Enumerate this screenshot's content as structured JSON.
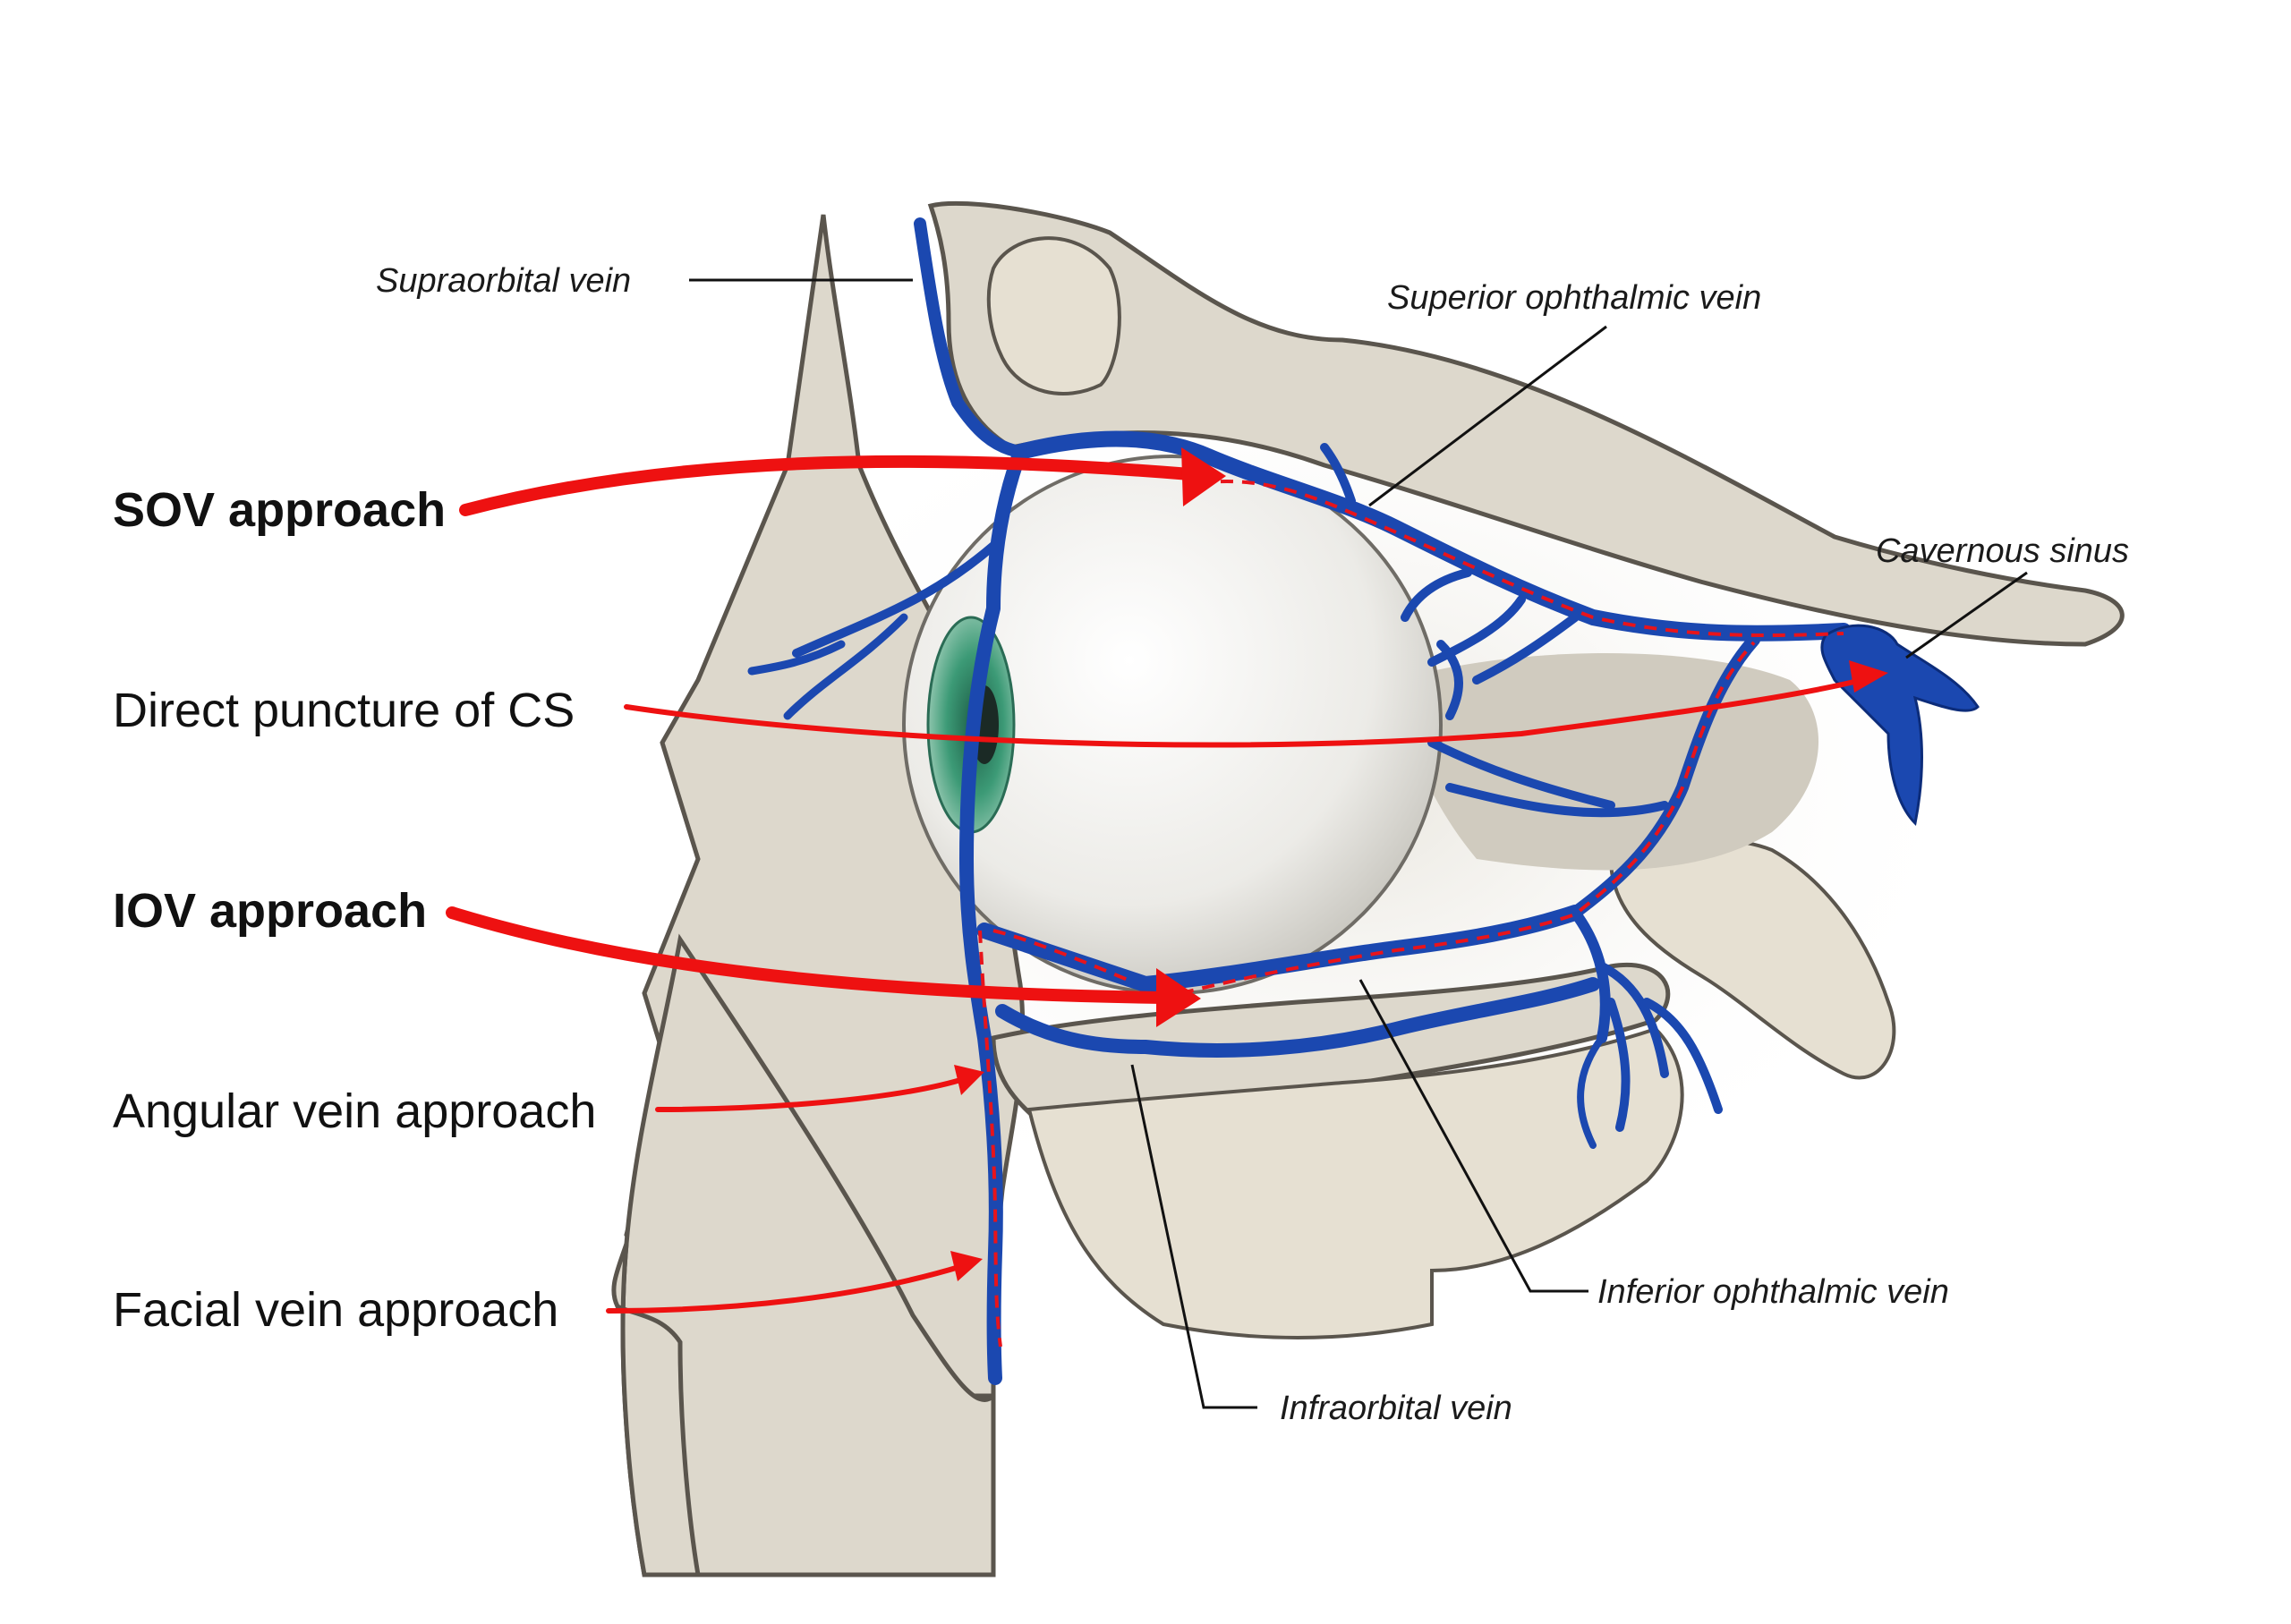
{
  "approaches": {
    "sov": "SOV approach",
    "direct": "Direct puncture of CS",
    "iov": "IOV approach",
    "angular": "Angular vein approach",
    "facial": "Facial vein approach"
  },
  "structures": {
    "supraorbital": "Supraorbital vein",
    "superior_ophthalmic": "Superior ophthalmic vein",
    "cavernous_sinus": "Cavernous sinus",
    "inferior_ophthalmic": "Inferior ophthalmic vein",
    "infraorbital": "Infraorbital vein"
  },
  "colors": {
    "arrow": "#ee1111",
    "vein": "#1b48b0",
    "bone": "#ddd8cc",
    "iris": "#2f8f6a"
  }
}
